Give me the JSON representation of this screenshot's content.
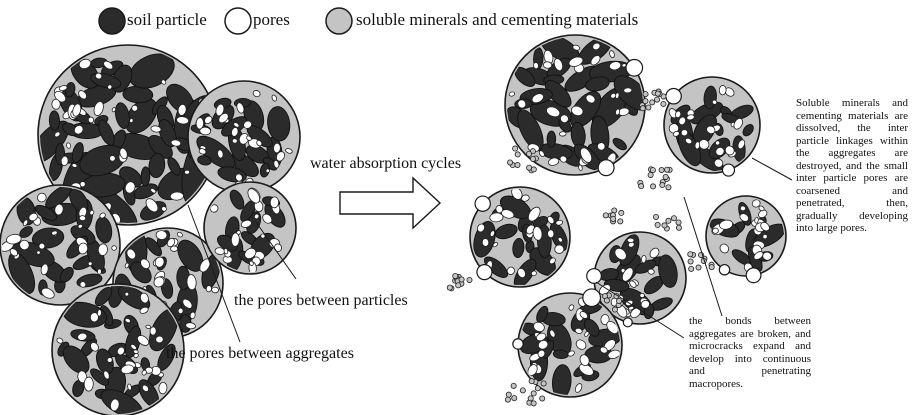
{
  "legend": {
    "soil_particle": "soil particle",
    "pores": "pores",
    "soluble": "soluble minerals and cementing materials"
  },
  "labels": {
    "pores_between_particles": "the pores between particles",
    "pores_between_aggregates": "the pores between aggregates",
    "process": "water absorption cycles"
  },
  "notes": {
    "dissolution": "Soluble minerals and cementing materials are dissolved, the inter particle linkages within the aggregates are destroyed, and the small inter particle pores are coarsened and penetrated, then, gradually developing into large pores.",
    "bonds": "the bonds between aggregates are broken, and microcracks expand and develop into continuous and penetrating macropores."
  },
  "colors": {
    "soil_particle": "#2b2b2b",
    "pore": "#ffffff",
    "cement": "#c4c4c4",
    "outline": "#1a1a1a"
  }
}
